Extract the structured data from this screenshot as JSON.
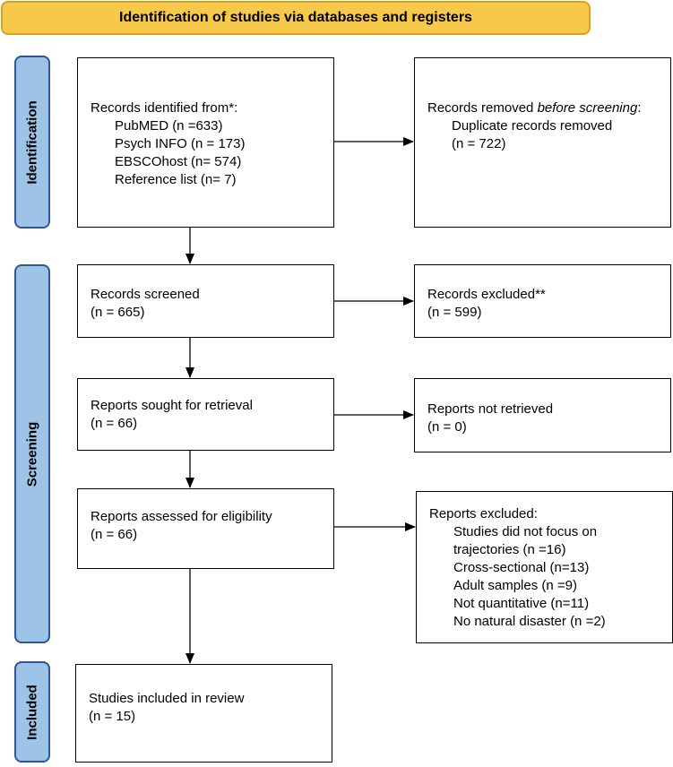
{
  "header": {
    "title": "Identification of studies via databases and registers"
  },
  "phases": {
    "identification": "Identification",
    "screening": "Screening",
    "included": "Included"
  },
  "boxes": {
    "records_identified": {
      "title": "Records identified from*:",
      "sources": [
        "PubMED (n =633)",
        "Psych INFO (n = 173)",
        "EBSCOhost (n= 574)",
        "Reference list (n= 7)"
      ]
    },
    "records_removed": {
      "title_prefix": "Records removed ",
      "title_italic": "before screening",
      "title_suffix": ":",
      "line1": "Duplicate records removed",
      "line2": "(n = 722)"
    },
    "records_screened": {
      "title": "Records screened",
      "count": "(n = 665)"
    },
    "records_excluded": {
      "title": "Records excluded**",
      "count": "(n = 599)"
    },
    "reports_sought": {
      "title": "Reports sought for retrieval",
      "count": "(n = 66)"
    },
    "reports_not_retrieved": {
      "title": "Reports not retrieved",
      "count": "(n = 0)"
    },
    "reports_assessed": {
      "title": "Reports assessed for eligibility",
      "count": "(n = 66)"
    },
    "reports_excluded": {
      "title": "Reports excluded:",
      "reasons": [
        "Studies did not focus on",
        "trajectories (n =16)",
        "Cross-sectional (n=13)",
        "Adult samples (n =9)",
        "Not quantitative (n=11)",
        "No natural disaster (n =2)"
      ]
    },
    "studies_included": {
      "title": "Studies included in review",
      "count": "(n = 15)"
    }
  },
  "colors": {
    "header_fill": "#f8c84a",
    "header_border": "#d9a21b",
    "phase_fill": "#9dc3e6",
    "phase_border": "#2f5597"
  }
}
